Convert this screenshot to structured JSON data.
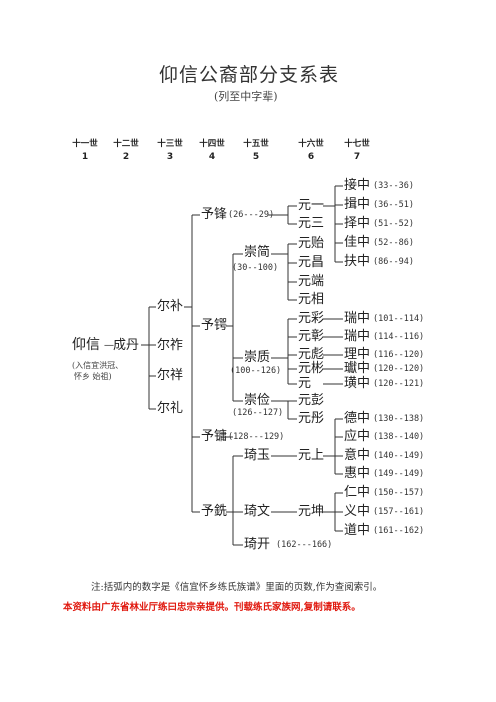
{
  "title": "仰信公裔部分支系表",
  "subtitle": "(列至中字辈)",
  "generations": [
    {
      "label": "十一世",
      "num": "1"
    },
    {
      "label": "十二世",
      "num": "2"
    },
    {
      "label": "十三世",
      "num": "3"
    },
    {
      "label": "十四世",
      "num": "4"
    },
    {
      "label": "十五世",
      "num": "5"
    },
    {
      "label": "十六世",
      "num": "6"
    },
    {
      "label": "十七世",
      "num": "7"
    }
  ],
  "root": {
    "name": "仰信",
    "son": "成丹",
    "note_line1": "(入信宜洪冠、",
    "note_line2": "怀乡 始祖)"
  },
  "gen3": [
    "尔补",
    "尔祚",
    "尔祥",
    "尔礼"
  ],
  "gen4": [
    {
      "name": "予锋",
      "pages": "(26---29)"
    },
    {
      "name": "予锷",
      "pages": ""
    },
    {
      "name": "予镛",
      "pages": "(128---129)"
    },
    {
      "name": "予銑",
      "pages": ""
    }
  ],
  "gen5": [
    {
      "name": "崇简",
      "pages": "(30--100)"
    },
    {
      "name": "崇质",
      "pages": "(100--126)"
    },
    {
      "name": "崇俭",
      "pages": "(126--127)"
    },
    {
      "name": "琦玉",
      "pages": ""
    },
    {
      "name": "琦文",
      "pages": ""
    },
    {
      "name": "琦开",
      "pages": "(162---166)"
    }
  ],
  "gen6": [
    "元一",
    "元三",
    "元贻",
    "元昌",
    "元端",
    "元相",
    "元彩",
    "元彰",
    "元彪",
    "元彬",
    "元",
    "元彭",
    "元彤",
    "元上",
    "元坤"
  ],
  "gen7": [
    {
      "name": "接中",
      "pages": "(33--36)"
    },
    {
      "name": "揖中",
      "pages": "(36--51)"
    },
    {
      "name": "择中",
      "pages": "(51--52)"
    },
    {
      "name": "佳中",
      "pages": "(52--86)"
    },
    {
      "name": "扶中",
      "pages": "(86--94)"
    },
    {
      "name": "瑞中",
      "pages": "(101--114)"
    },
    {
      "name": "瑞中",
      "pages": "(114--116)"
    },
    {
      "name": "理中",
      "pages": "(116--120)"
    },
    {
      "name": "瓛中",
      "pages": "(120--120)"
    },
    {
      "name": "璜中",
      "pages": "(120--121)"
    },
    {
      "name": "德中",
      "pages": "(130--138)"
    },
    {
      "name": "应中",
      "pages": "(138--140)"
    },
    {
      "name": "意中",
      "pages": "(140--149)"
    },
    {
      "name": "惠中",
      "pages": "(149--149)"
    },
    {
      "name": "仁中",
      "pages": "(150--157)"
    },
    {
      "name": "义中",
      "pages": "(157--161)"
    },
    {
      "name": "道中",
      "pages": "(161--162)"
    }
  ],
  "note": "注:括弧内的数字是《信宜怀乡练氏族谱》里面的页数,作为查阅索引。",
  "source": "本资料由广东省林业厅练曰忠宗亲提供。刊载练氏家族网,复制请联系。"
}
